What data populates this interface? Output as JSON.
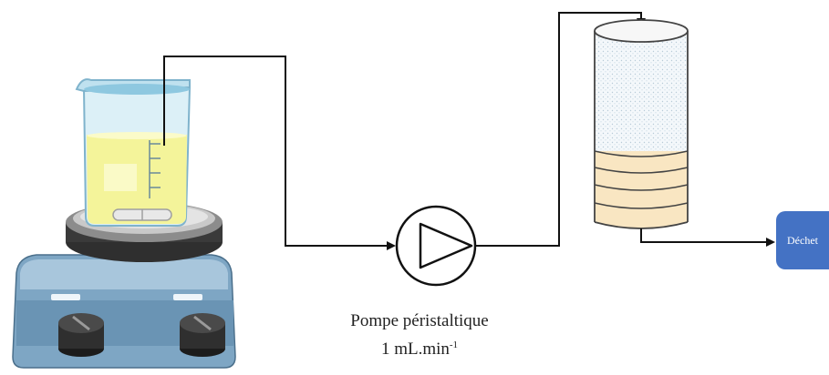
{
  "pump": {
    "name": "Pompe péristaltique",
    "flow_value": "1 mL.min",
    "flow_exponent": "-1"
  },
  "waste": {
    "label": "Déchet",
    "color": "#4472c4"
  },
  "colors": {
    "solution": "#f4f49a",
    "column_packing": "#f9e6c2",
    "plate_base": "#8fb3cf",
    "knob": "#2f2f2f"
  },
  "icons": [
    "stirring-hotplate-icon",
    "beaker-icon",
    "stir-bar-icon",
    "peristaltic-pump-icon",
    "column-icon",
    "arrow-icon"
  ]
}
